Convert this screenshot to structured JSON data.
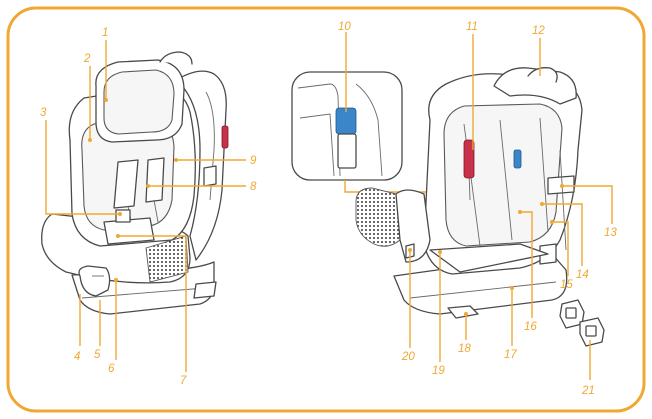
{
  "colors": {
    "accent": "#f0a832",
    "harness_red": "#c8314a",
    "isofix_blue": "#3a86c8"
  },
  "labels": [
    "1",
    "2",
    "3",
    "4",
    "5",
    "6",
    "7",
    "8",
    "9",
    "10",
    "11",
    "12",
    "13",
    "14",
    "15",
    "16",
    "17",
    "18",
    "19",
    "20",
    "21"
  ]
}
